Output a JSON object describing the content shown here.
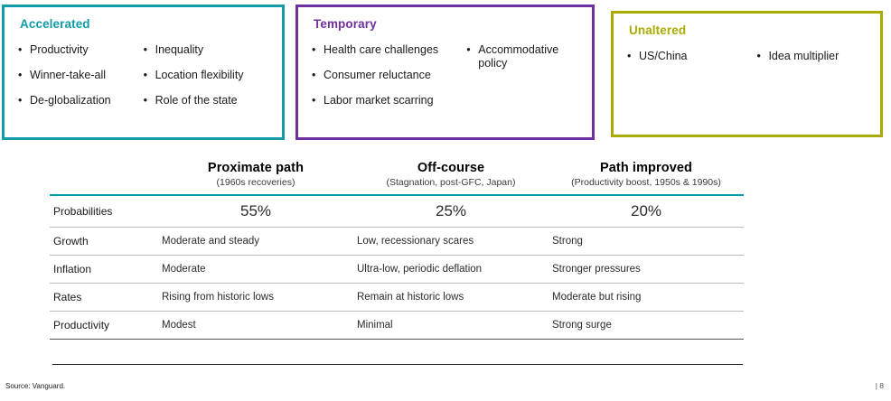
{
  "boxes": [
    {
      "id": "accelerated",
      "title": "Accelerated",
      "color": "#119ca8",
      "columns": [
        [
          "Productivity",
          "Winner-take-all",
          "De-globalization"
        ],
        [
          "Inequality",
          "Location flexibility",
          "Role of the state"
        ]
      ]
    },
    {
      "id": "temporary",
      "title": "Temporary",
      "color": "#7030a0",
      "columns": [
        [
          "Health care challenges",
          "Consumer reluctance",
          "Labor market scarring"
        ],
        [
          "Accommodative policy"
        ]
      ]
    },
    {
      "id": "unaltered",
      "title": "Unaltered",
      "color": "#aaaa00",
      "columns": [
        [
          "US/China"
        ],
        [
          "Idea multiplier"
        ]
      ]
    }
  ],
  "bullet_glyph": "•",
  "table": {
    "rule_color": "#00a1b0",
    "headers": [
      {
        "main": "",
        "sub": ""
      },
      {
        "main": "Proximate path",
        "sub": "(1960s recoveries)"
      },
      {
        "main": "Off-course",
        "sub": "(Stagnation, post-GFC, Japan)"
      },
      {
        "main": "Path improved",
        "sub": "(Productivity boost, 1950s & 1990s)"
      }
    ],
    "rows": [
      {
        "label": "Probabilities",
        "type": "probability",
        "cells": [
          "55%",
          "25%",
          "20%"
        ]
      },
      {
        "label": "Growth",
        "type": "text",
        "cells": [
          "Moderate and steady",
          "Low, recessionary scares",
          "Strong"
        ]
      },
      {
        "label": "Inflation",
        "type": "text",
        "cells": [
          "Moderate",
          "Ultra-low, periodic deflation",
          "Stronger pressures"
        ]
      },
      {
        "label": "Rates",
        "type": "text",
        "cells": [
          "Rising from historic lows",
          "Remain at historic lows",
          "Moderate but rising"
        ]
      },
      {
        "label": "Productivity",
        "type": "text",
        "cells": [
          "Modest",
          "Minimal",
          "Strong surge"
        ]
      }
    ]
  },
  "footer": {
    "source": "Source: Vanguard.",
    "page": "| 8"
  }
}
